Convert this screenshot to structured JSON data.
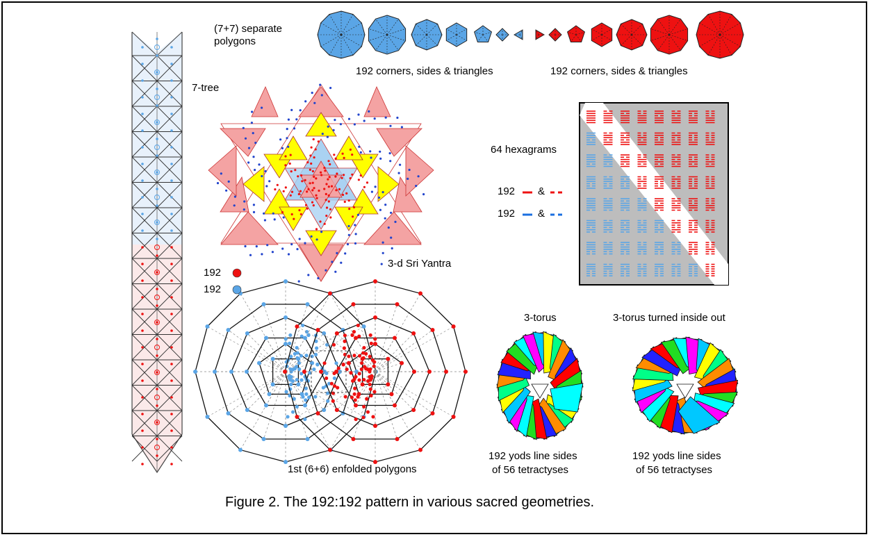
{
  "labels": {
    "polygons_title_1": "(7+7) separate",
    "polygons_title_2": "polygons",
    "corners_left": "192 corners, sides & triangles",
    "corners_right": "192 corners, sides & triangles",
    "seven_tree": "7-tree",
    "hexagrams": "64 hexagrams",
    "legend_red_num": "192",
    "legend_red_amp": "&",
    "legend_blue_num": "192",
    "legend_blue_amp": "&",
    "dots_red": "192",
    "dots_blue": "192",
    "sri_yantra": "3-d Sri Yantra",
    "torus": "3-torus",
    "torus_inside_out": "3-torus turned inside out",
    "enfolded": "1st (6+6) enfolded polygons",
    "yods_left_1": "192 yods line sides",
    "yods_left_2": "of 56 tetractyses",
    "yods_right_1": "192 yods line sides",
    "yods_right_2": "of 56 tetractyses"
  },
  "caption": "Figure 2. The 192:192 pattern in various sacred geometries.",
  "colors": {
    "blue": "#5aa5e6",
    "red": "#ee1111",
    "pink": "#f4a3a3",
    "yellow": "#ffff00",
    "lightblue": "#aad2f2",
    "gray": "#bdbdbd"
  }
}
